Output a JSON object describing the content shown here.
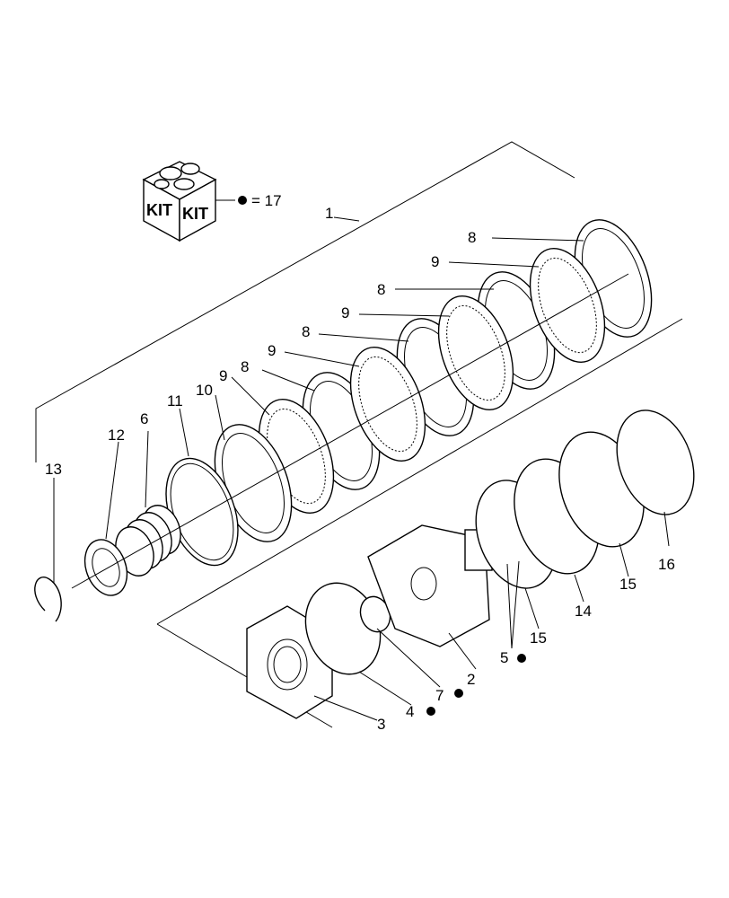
{
  "kit": {
    "box_label_left": "KIT",
    "box_label_right": "KIT",
    "legend_text": "= 17"
  },
  "callouts": [
    {
      "id": "c1",
      "label": "1"
    },
    {
      "id": "c8a",
      "label": "8"
    },
    {
      "id": "c9a",
      "label": "9"
    },
    {
      "id": "c8b",
      "label": "8"
    },
    {
      "id": "c9b",
      "label": "9"
    },
    {
      "id": "c8c",
      "label": "8"
    },
    {
      "id": "c9c",
      "label": "9"
    },
    {
      "id": "c8d",
      "label": "8"
    },
    {
      "id": "c9d",
      "label": "9"
    },
    {
      "id": "c10",
      "label": "10"
    },
    {
      "id": "c11",
      "label": "11"
    },
    {
      "id": "c6",
      "label": "6"
    },
    {
      "id": "c12",
      "label": "12"
    },
    {
      "id": "c13",
      "label": "13"
    },
    {
      "id": "c16",
      "label": "16"
    },
    {
      "id": "c15a",
      "label": "15"
    },
    {
      "id": "c14",
      "label": "14"
    },
    {
      "id": "c15b",
      "label": "15"
    },
    {
      "id": "c5",
      "label": "5"
    },
    {
      "id": "c2",
      "label": "2"
    },
    {
      "id": "c7",
      "label": "7"
    },
    {
      "id": "c4",
      "label": "4"
    },
    {
      "id": "c3",
      "label": "3"
    }
  ]
}
